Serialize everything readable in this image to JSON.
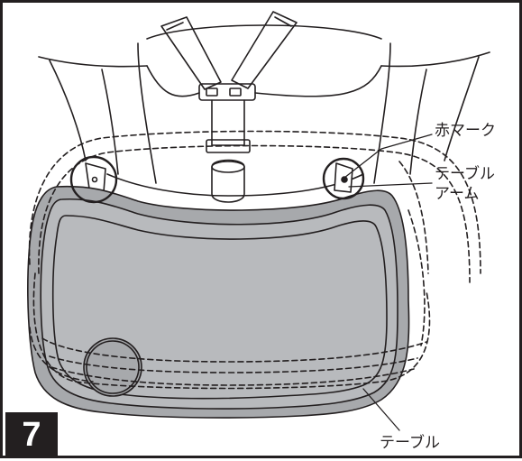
{
  "step": {
    "number": "7"
  },
  "labels": {
    "red_mark": "赤マーク",
    "table_arm_line1": "テーブル",
    "table_arm_line2": "アーム",
    "table": "テーブル"
  },
  "colors": {
    "line": "#231f20",
    "tray_fill": "#a7a9ac",
    "tray_inner": "#b8babd",
    "background": "#ffffff"
  }
}
